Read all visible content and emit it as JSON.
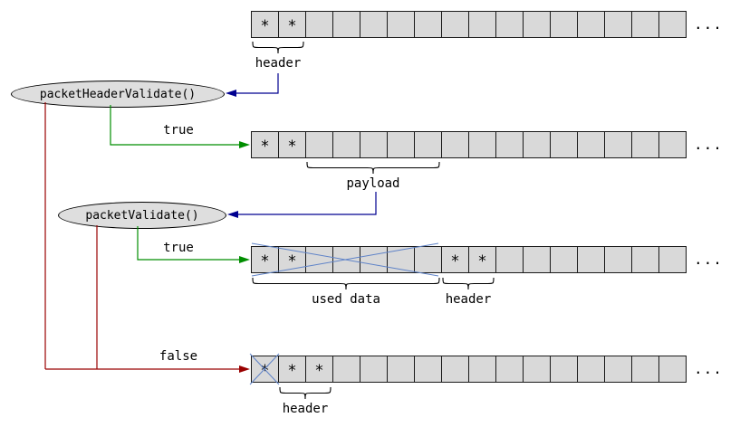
{
  "colors": {
    "cell_fill": "#d9d9d9",
    "node_fill": "#dedede",
    "true_edge": "#008e00",
    "false_edge": "#990000",
    "callout_edge": "#000090",
    "cross": "#5f83c8"
  },
  "nodes": {
    "header_validate": "packetHeaderValidate()",
    "packet_validate": "packetValidate()"
  },
  "labels": {
    "header_top": "header",
    "payload": "payload",
    "used_data": "used data",
    "header_mid": "header",
    "header_bottom": "header",
    "true_1": "true",
    "true_2": "true",
    "false": "false",
    "ellipsis": "..."
  },
  "rows": [
    {
      "id": "incoming-packet",
      "cells": [
        "*",
        "*",
        "",
        "",
        "",
        "",
        "",
        "",
        "",
        "",
        "",
        "",
        "",
        "",
        "",
        ""
      ]
    },
    {
      "id": "header-validated",
      "cells": [
        "*",
        "*",
        "",
        "",
        "",
        "",
        "",
        "",
        "",
        "",
        "",
        "",
        "",
        "",
        "",
        ""
      ]
    },
    {
      "id": "packet-validated",
      "cells": [
        "*",
        "*",
        "",
        "",
        "",
        "",
        "",
        "*",
        "*",
        "",
        "",
        "",
        "",
        "",
        "",
        ""
      ]
    },
    {
      "id": "validation-failed",
      "cells": [
        "*",
        "*",
        "*",
        "",
        "",
        "",
        "",
        "",
        "",
        "",
        "",
        "",
        "",
        "",
        "",
        ""
      ]
    }
  ]
}
